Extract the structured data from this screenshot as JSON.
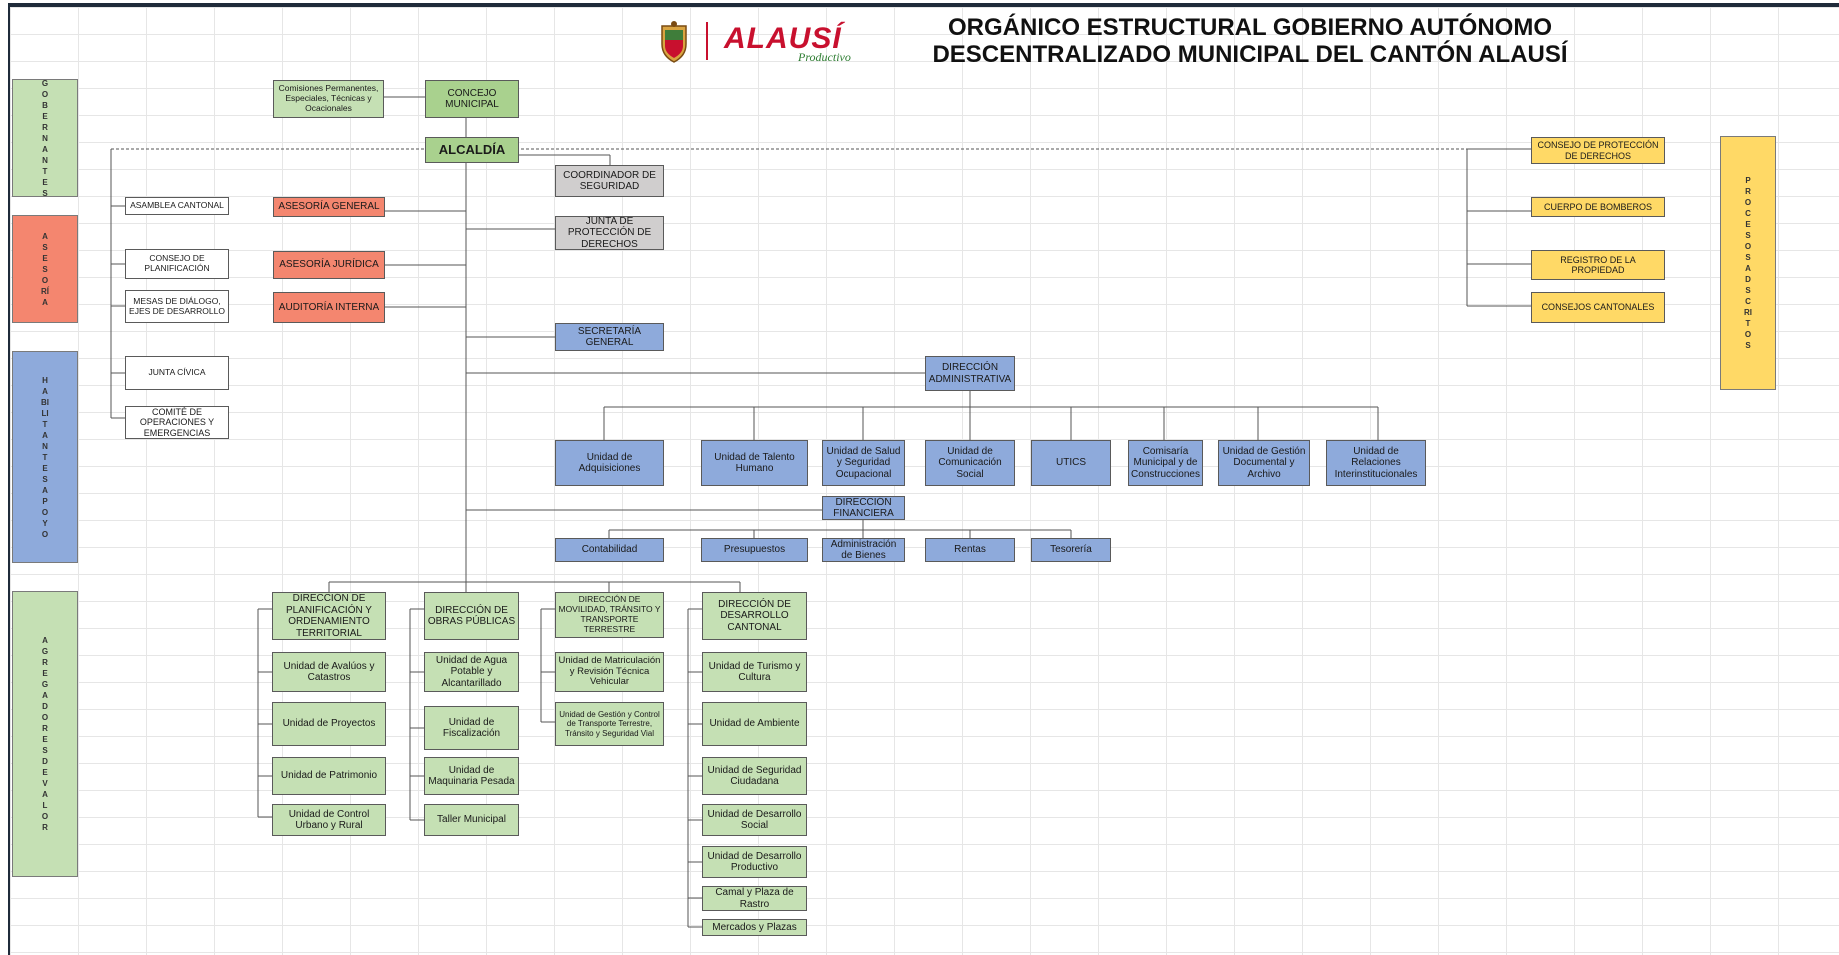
{
  "title": {
    "line1": "ORGÁNICO ESTRUCTURAL GOBIERNO AUTÓNOMO",
    "line2": "DESCENTRALIZADO MUNICIPAL DEL CANTÓN ALAUSÍ"
  },
  "logo": {
    "name": "ALAUSÍ",
    "tagline": "Productivo",
    "icon": "shield-icon",
    "color": "#c8102e"
  },
  "side_labels": {
    "gobernantes": "GOBERNANTES",
    "asesoria": "ASESORÍA",
    "habilitantes": "HABILITANTES APOYO",
    "agregadores": "AGREGADORES DE VALOR",
    "procesos": "PROCESOS ADSCRITOS"
  },
  "governing": {
    "comisiones": "Comisiones Permanentes, Especiales, Técnicas y Ocacionales",
    "concejo": "CONCEJO MUNICIPAL",
    "alcaldia": "ALCALDÍA"
  },
  "left_units": {
    "asamblea": "ASAMBLEA CANTONAL",
    "consejo_planificacion": "CONSEJO DE PLANIFICACIÓN",
    "mesas": "MESAS DE DIÁLOGO, EJES DE DESARROLLO",
    "junta_civica": "JUNTA CÍVICA",
    "comite": "COMITÉ DE OPERACIONES Y EMERGENCIAS"
  },
  "advisory": {
    "general": "ASESORÍA GENERAL",
    "juridica": "ASESORÍA JURÍDICA",
    "auditoria": "AUDITORÍA INTERNA"
  },
  "center_units": {
    "coordinador": "COORDINADOR DE SEGURIDAD",
    "junta": "JUNTA DE PROTECCIÓN DE DERECHOS",
    "secretaria": "SECRETARÍA GENERAL"
  },
  "adscritos": {
    "consejo": "CONSEJO DE PROTECCIÓN DE DERECHOS",
    "bomberos": "CUERPO DE BOMBEROS",
    "registro": "REGISTRO DE LA PROPIEDAD",
    "consejos": "CONSEJOS CANTONALES"
  },
  "administrativa": {
    "head": "DIRECCIÓN ADMINISTRATIVA",
    "units": [
      "Unidad de Adquisiciones",
      "Unidad de Talento Humano",
      "Unidad de Salud y Seguridad Ocupacional",
      "Unidad de Comunicación Social",
      "UTICS",
      "Comisaría Municipal y de Construcciones",
      "Unidad de Gestión Documental y Archivo",
      "Unidad de Relaciones Interinstitucionales"
    ]
  },
  "financiera": {
    "head": "DIRECCIÓN FINANCIERA",
    "units": [
      "Contabilidad",
      "Presupuestos",
      "Administración de Bienes",
      "Rentas",
      "Tesorería"
    ]
  },
  "planificacion": {
    "head": "DIRECCIÓN DE PLANIFICACIÓN Y ORDENAMIENTO TERRITORIAL",
    "units": [
      "Unidad de Avalúos y Catastros",
      "Unidad de Proyectos",
      "Unidad de Patrimonio",
      "Unidad de Control Urbano y Rural"
    ]
  },
  "obras": {
    "head": "DIRECCIÓN DE OBRAS PÚBLICAS",
    "units": [
      "Unidad de Agua Potable y Alcantarillado",
      "Unidad de Fiscalización",
      "Unidad de Maquinaria Pesada",
      "Taller Municipal"
    ]
  },
  "movilidad": {
    "head": "DIRECCIÓN DE MOVILIDAD, TRÁNSITO Y TRANSPORTE TERRESTRE",
    "units": [
      "Unidad de Matriculación y Revisión Técnica Vehicular",
      "Unidad de Gestión y Control de Transporte Terrestre, Tránsito y Seguridad Vial"
    ]
  },
  "desarrollo": {
    "head": "DIRECCIÓN DE DESARROLLO CANTONAL",
    "units": [
      "Unidad de Turismo y Cultura",
      "Unidad de  Ambiente",
      "Unidad de Seguridad Ciudadana",
      "Unidad de Desarrollo Social",
      "Unidad de Desarrollo Productivo",
      "Camal y Plaza de Rastro",
      "Mercados y Plazas"
    ]
  },
  "colors": {
    "green": "#c5e0b4",
    "green_dark": "#a9d18e",
    "red": "#f4866f",
    "blue": "#8eaadb",
    "yellow": "#ffd966",
    "gray": "#d0cece"
  }
}
